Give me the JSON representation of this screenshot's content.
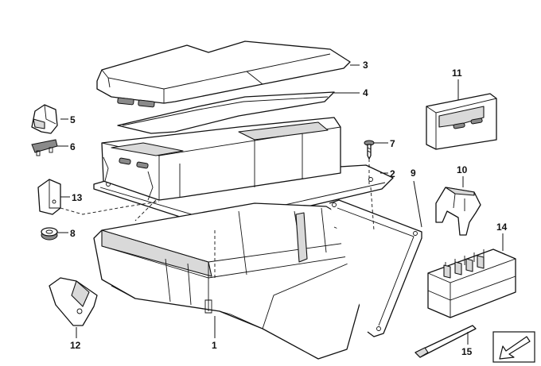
{
  "callouts": {
    "c1": "1",
    "c2": "2",
    "c3": "3",
    "c4": "4",
    "c5": "5",
    "c6": "6",
    "c7": "7",
    "c8": "8",
    "c9": "9",
    "c10": "10",
    "c11": "11",
    "c12": "12",
    "c13": "13",
    "c14": "14",
    "c15": "15"
  },
  "icons": {
    "nav": "arrow-down-left-icon"
  }
}
